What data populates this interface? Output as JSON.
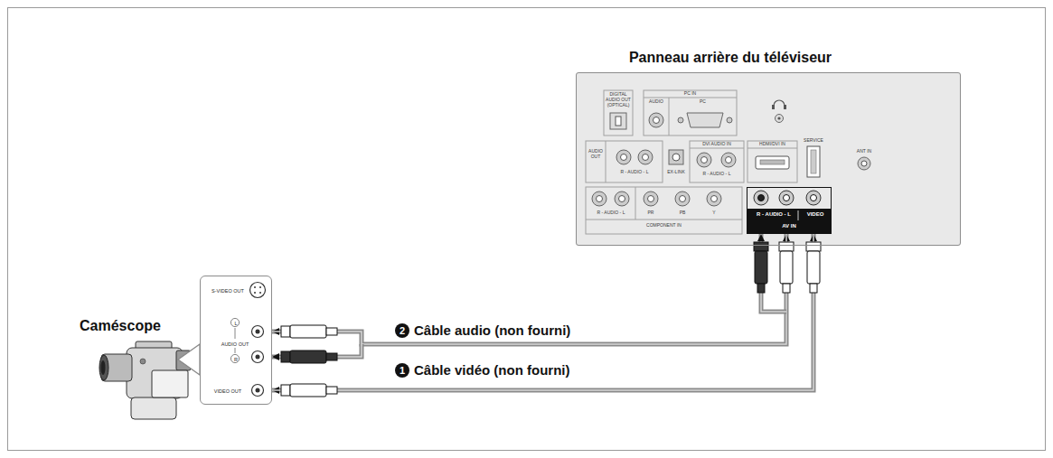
{
  "diagram": {
    "nodes": [
      {
        "text": [
          "Panneau arrière du téléviseur"
        ]
      },
      {
        "text": [
          "R - AUDIO - L",
          "VIDEO",
          "AV IN"
        ],
        "in": 0
      },
      {
        "text": [
          "S-VIDEO OUT",
          "L",
          "AUDIO OUT",
          "R",
          "VIDEO OUT"
        ]
      }
    ],
    "edges": [
      {
        "from": 2,
        "to": 1,
        "arrow": "both",
        "label": "Câble audio (non fourni)"
      },
      {
        "from": 2,
        "to": 1,
        "arrow": "both",
        "label": "Câble vidéo (non fourni)"
      }
    ],
    "labels": [
      "Caméscope",
      "2",
      "1",
      "DIGITAL AUDIO OUT (OPTICAL)",
      "PC IN",
      "AUDIO",
      "PC",
      "AUDIO OUT",
      "R - AUDIO - L",
      "EX-LINK",
      "DVI AUDIO IN",
      "R - AUDIO - L",
      "HDMI/DVI IN",
      "SERVICE",
      "ANT IN",
      "R - AUDIO - L",
      "PR",
      "PB",
      "Y",
      "COMPONENT IN"
    ]
  }
}
